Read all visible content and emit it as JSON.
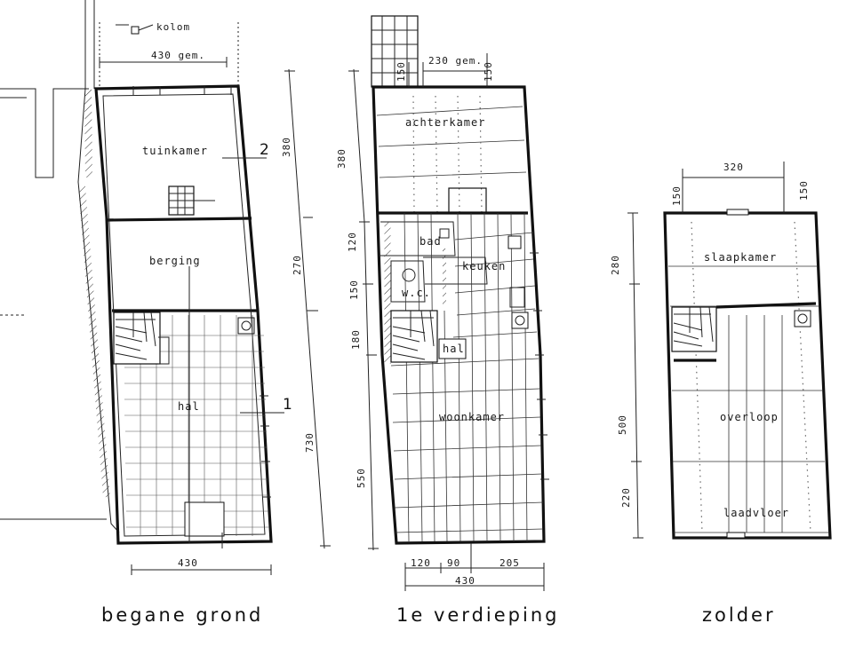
{
  "floors": [
    {
      "title": "begane grond",
      "rooms": [
        "tuinkamer",
        "berging",
        "hal"
      ],
      "dimensions": {
        "top": "430 gem.",
        "bottom": "430",
        "side": [
          "380",
          "270",
          "730"
        ]
      },
      "annotations": {
        "column": "kolom",
        "marker_a": "2",
        "marker_b": "1"
      }
    },
    {
      "title": "1e verdieping",
      "rooms": [
        "achterkamer",
        "bad",
        "keuken",
        "w.c.",
        "hal",
        "woonkamer"
      ],
      "dimensions": {
        "top": "230 gem.",
        "top_left": "150",
        "top_right": "150",
        "side": [
          "380",
          "120",
          "150",
          "180",
          "550"
        ],
        "bottom_parts": [
          "120",
          "90",
          "205"
        ],
        "bottom_total": "430"
      }
    },
    {
      "title": "zolder",
      "rooms": [
        "slaapkamer",
        "overloop",
        "laadvloer"
      ],
      "dimensions": {
        "top": "320",
        "top_left": "150",
        "top_right": "150",
        "side": [
          "280",
          "500",
          "220"
        ]
      }
    }
  ]
}
